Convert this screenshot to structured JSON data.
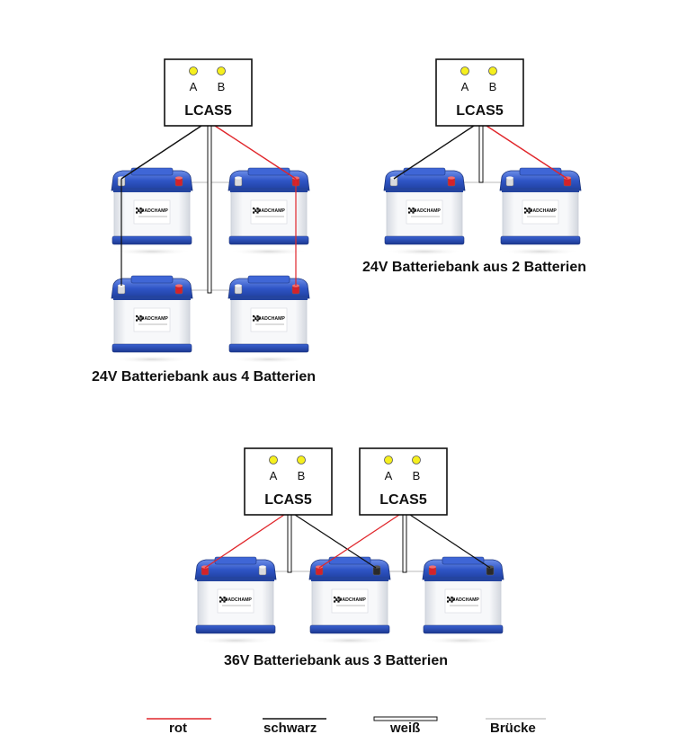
{
  "controller": {
    "name": "LCAS5",
    "led_a": "A",
    "led_b": "B",
    "led_color": "#f5ef1e"
  },
  "battery": {
    "brand": "LOADCHAMP"
  },
  "captions": {
    "four": "24V Batteriebank aus 4 Batterien",
    "two": "24V Batteriebank aus 2 Batterien",
    "three": "36V Batteriebank aus 3 Batterien"
  },
  "legend": [
    {
      "label": "rot",
      "color": "#e0262b",
      "style": "single"
    },
    {
      "label": "schwarz",
      "color": "#111111",
      "style": "single"
    },
    {
      "label": "weiß",
      "color": "#111111",
      "style": "double"
    },
    {
      "label": "Brücke",
      "color": "#c8c8c8",
      "style": "single"
    }
  ],
  "colors": {
    "red_wire": "#e0262b",
    "black_wire": "#111111",
    "bridge": "#c8c8c8",
    "battery_blue": "#2e57c8",
    "battery_body": "#eef0f4"
  }
}
